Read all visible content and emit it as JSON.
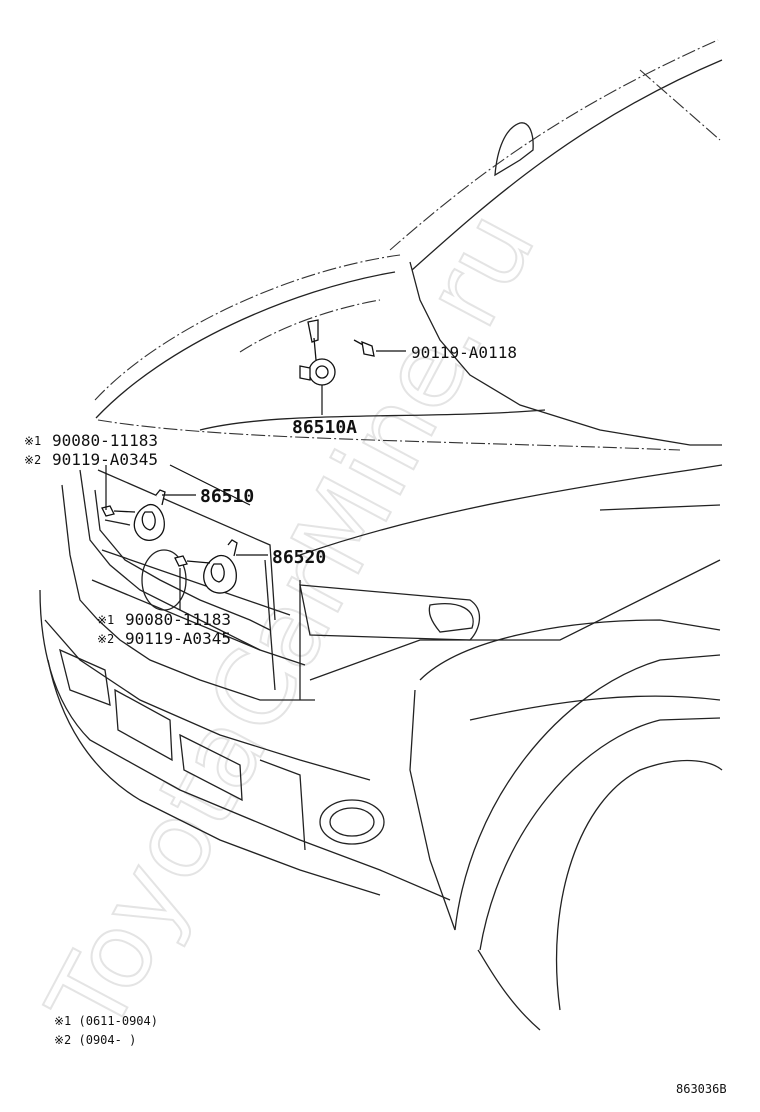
{
  "watermark": "ToyotaCarMine.ru",
  "parts": {
    "horn_high": "86510A",
    "bolt_high": "90119-A0118",
    "horn_left": "86510",
    "horn_right": "86520",
    "bolt_left_1": "90080-11183",
    "bolt_left_2": "90119-A0345",
    "bolt_right_1": "90080-11183",
    "bolt_right_2": "90119-A0345"
  },
  "marks": {
    "m1": "※1",
    "m2": "※2"
  },
  "notes": [
    "※1 (0611-0904)",
    "※2 (0904-     )"
  ],
  "figure_id": "863036B"
}
